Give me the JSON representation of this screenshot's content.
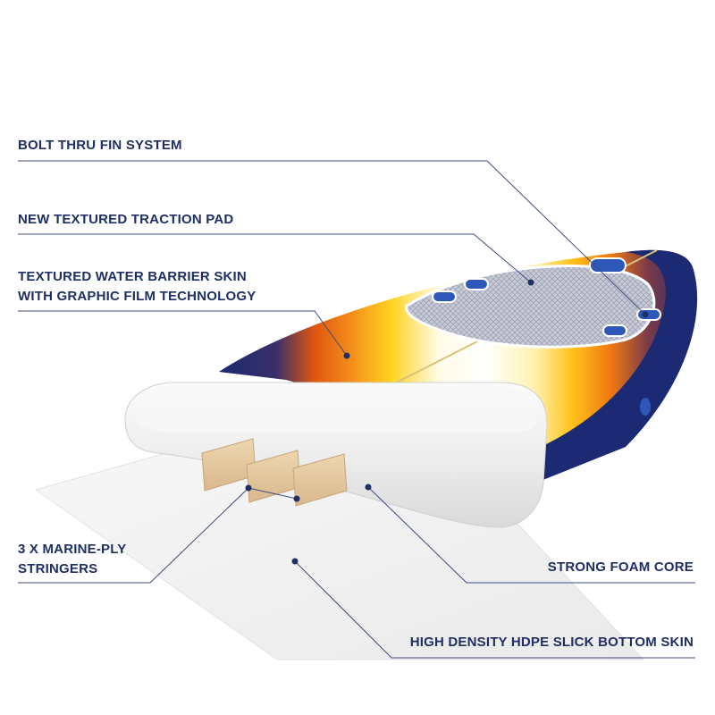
{
  "diagram": {
    "labels": {
      "bolt_thru_fin_system": "BOLT THRU FIN SYSTEM",
      "traction_pad": "NEW TEXTURED TRACTION PAD",
      "water_barrier_skin": {
        "line1": "TEXTURED WATER BARRIER SKIN",
        "line2": "WITH GRAPHIC FILM TECHNOLOGY"
      },
      "stringers": {
        "line1": "3 X MARINE-PLY",
        "line2": "STRINGERS"
      },
      "foam_core": "STRONG FOAM CORE",
      "bottom_skin": "HIGH DENSITY HDPE SLICK BOTTOM SKIN"
    },
    "colors": {
      "label_text": "#1f2f63",
      "leader_line": "#3f4d7e",
      "board_navy": "#1b2a72",
      "board_orange": "#f28a12",
      "board_yellow": "#ffd21f",
      "foam": "#eeeeee",
      "stringer_wood": "#e4c9a2",
      "fin_plug": "#2d57b8"
    }
  }
}
